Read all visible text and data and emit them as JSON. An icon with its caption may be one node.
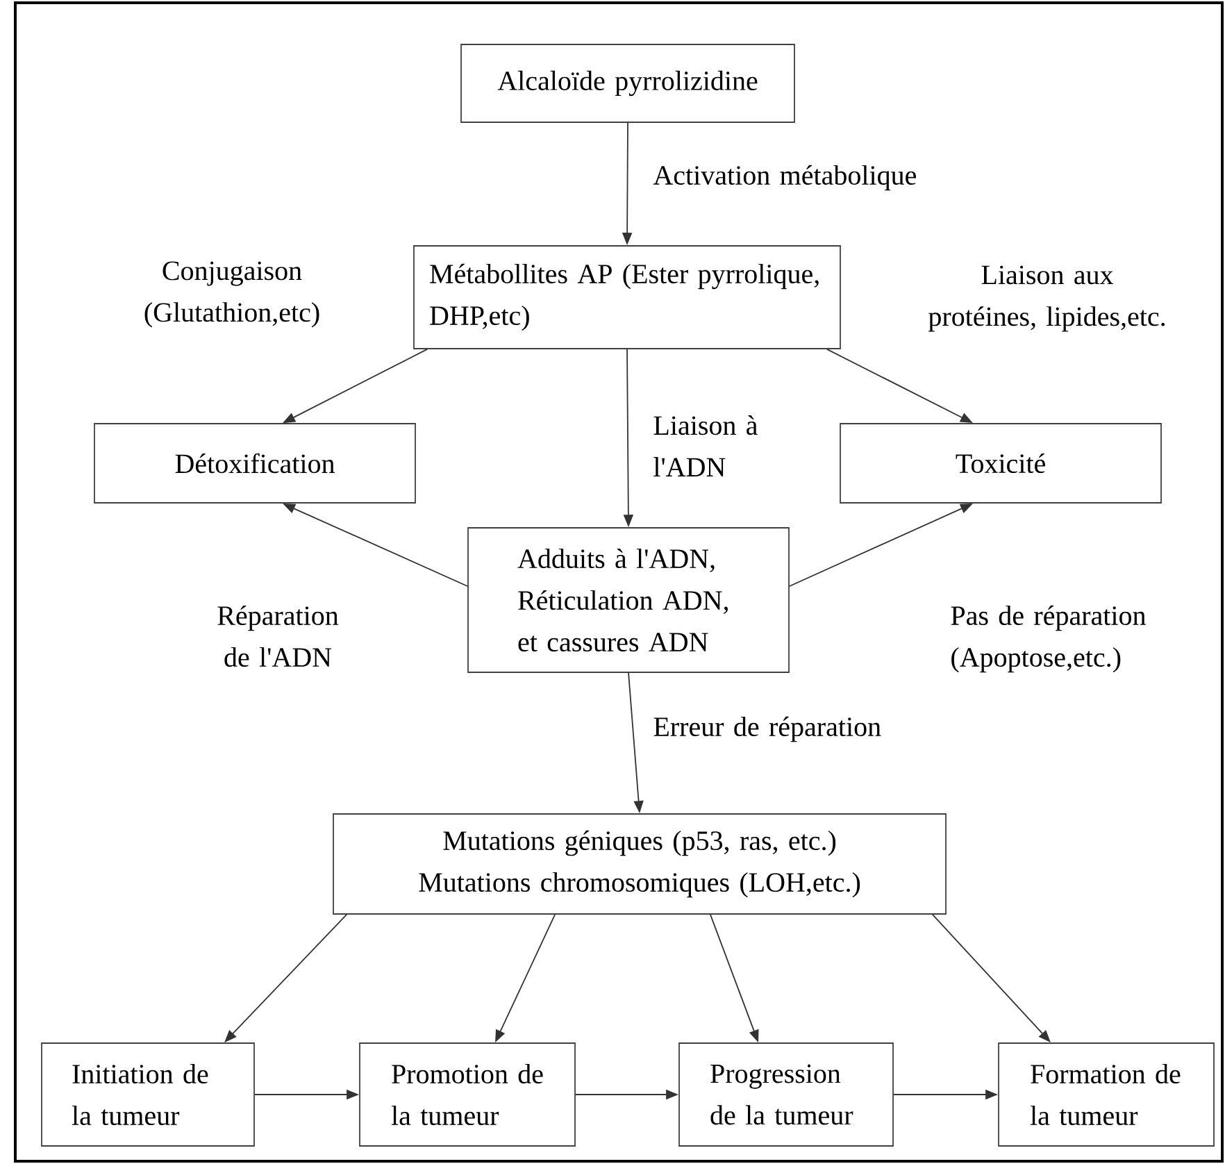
{
  "diagram": {
    "nodes": [
      {
        "text": [
          "Alcaloïde pyrrolizidine"
        ]
      },
      {
        "text": [
          "Métabollites AP (Ester pyrrolique, DHP,etc)"
        ]
      },
      {
        "text": [
          "Détoxification"
        ]
      },
      {
        "text": [
          "Toxicité"
        ]
      },
      {
        "text": [
          "Adduits à l'ADN, Réticulation ADN, et cassures ADN"
        ]
      },
      {
        "text": [
          "Mutations géniques (p53, ras, etc.) Mutations chromosomiques (LOH,etc.)"
        ]
      },
      {
        "text": [
          "Initiation de la tumeur"
        ]
      },
      {
        "text": [
          "Promotion de la tumeur"
        ]
      },
      {
        "text": [
          "Progression de la tumeur"
        ]
      },
      {
        "text": [
          "Formation de la tumeur"
        ]
      }
    ],
    "edges": [
      {
        "from": 0,
        "to": 1,
        "arrow": "to",
        "label": "Activation métabolique"
      },
      {
        "from": 1,
        "to": 2,
        "arrow": "to",
        "label": "Conjugaison (Glutathion,etc)"
      },
      {
        "from": 1,
        "to": 3,
        "arrow": "to",
        "label": "Liaison aux protéines, lipides,etc."
      },
      {
        "from": 1,
        "to": 4,
        "arrow": "to",
        "label": "Liaison à l'ADN"
      },
      {
        "from": 4,
        "to": 2,
        "arrow": "to",
        "label": "Réparation de l'ADN"
      },
      {
        "from": 4,
        "to": 3,
        "arrow": "to",
        "label": "Pas de réparation (Apoptose,etc.)"
      },
      {
        "from": 4,
        "to": 5,
        "arrow": "to",
        "label": "Erreur de réparation"
      },
      {
        "from": 5,
        "to": 6,
        "arrow": "to"
      },
      {
        "from": 5,
        "to": 7,
        "arrow": "to"
      },
      {
        "from": 5,
        "to": 8,
        "arrow": "to"
      },
      {
        "from": 5,
        "to": 9,
        "arrow": "to"
      },
      {
        "from": 6,
        "to": 7,
        "arrow": "to"
      },
      {
        "from": 7,
        "to": 8,
        "arrow": "to"
      },
      {
        "from": 8,
        "to": 9,
        "arrow": "to"
      }
    ]
  }
}
